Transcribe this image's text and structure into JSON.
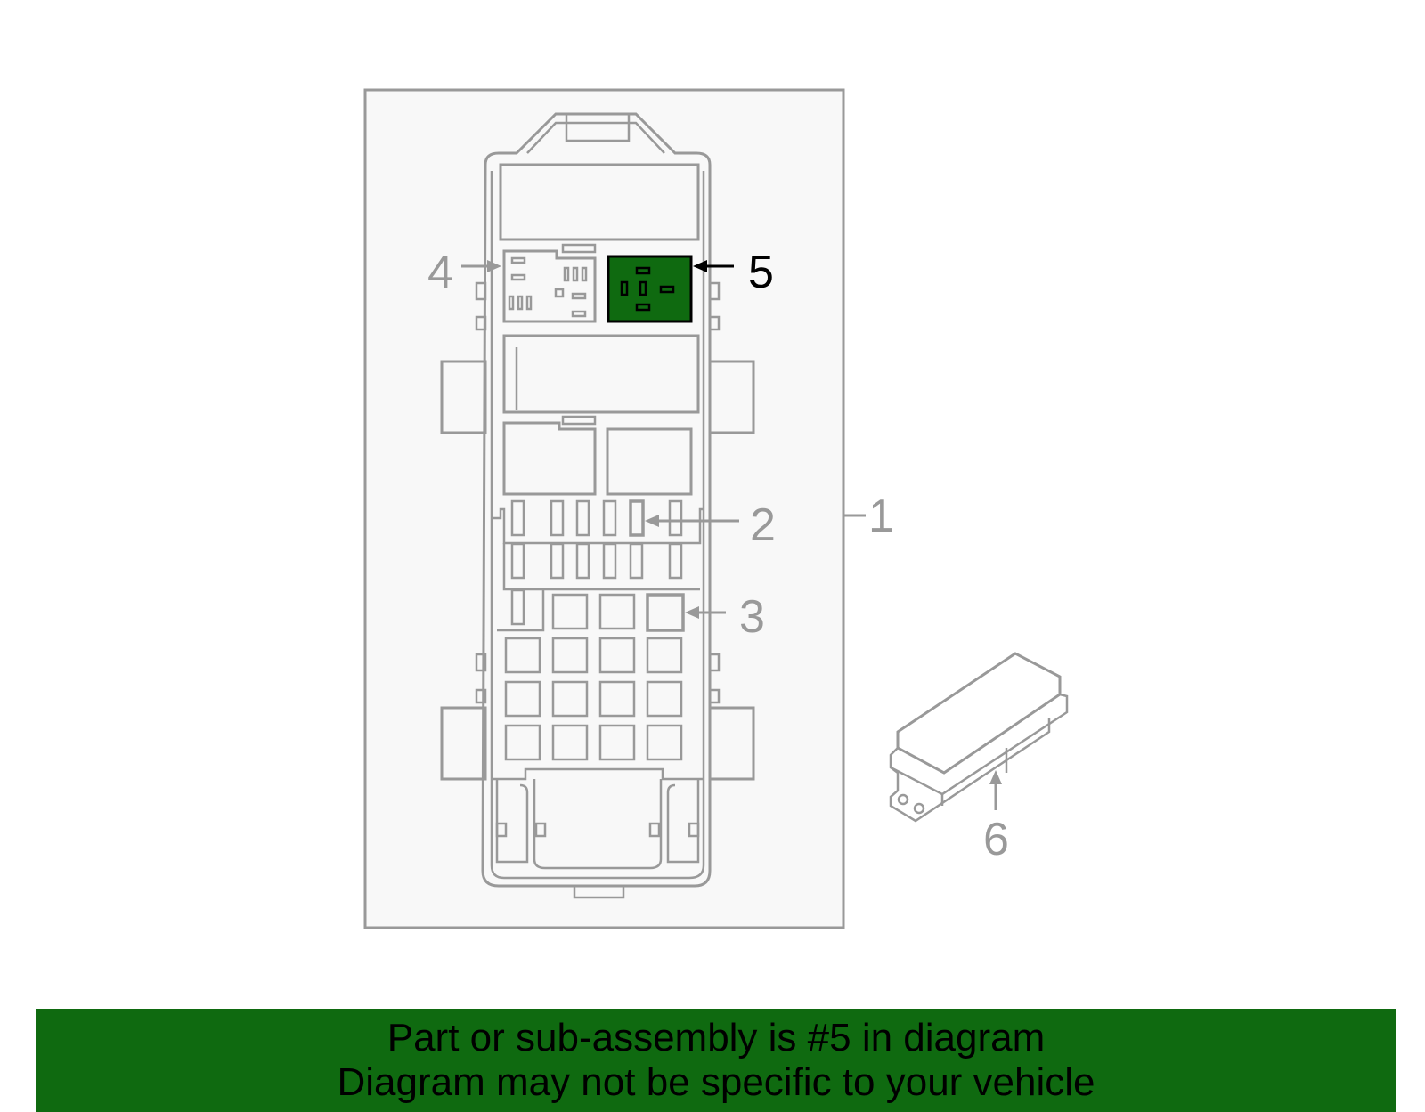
{
  "callouts": {
    "c1": "1",
    "c2": "2",
    "c3": "3",
    "c4": "4",
    "c5": "5",
    "c6": "6"
  },
  "highlight": {
    "part": "5",
    "fill": "#0f6a10"
  },
  "banner": {
    "line1": "Part or sub-assembly is #5 in diagram",
    "line2": "Diagram may not be specific to your vehicle",
    "background": "#0f6a10"
  },
  "colors": {
    "line": "#999999",
    "panel": "#f8f8f8"
  }
}
